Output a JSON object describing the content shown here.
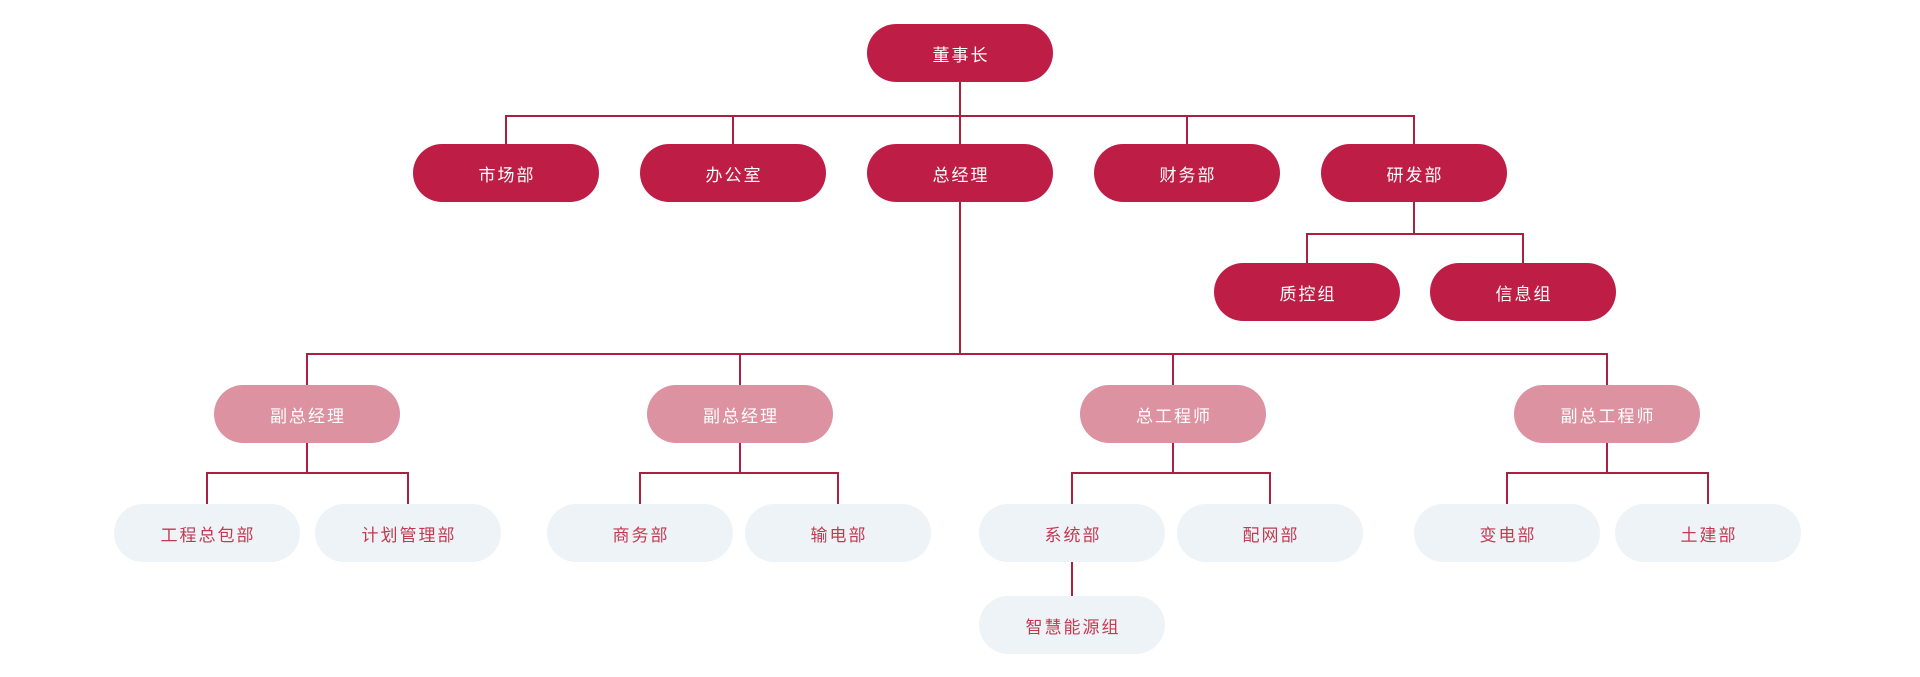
{
  "chart_type": "org-chart",
  "colors": {
    "node_dark": "#BE1E45",
    "node_pink": "#DC92A1",
    "node_light": "#EEF3F7",
    "light_text": "#C23A52",
    "line": "#A92040",
    "white_text": "#FFFFFF"
  },
  "nodes": {
    "chairman": "董事长",
    "marketing": "市场部",
    "office": "办公室",
    "general_manager": "总经理",
    "finance": "财务部",
    "rnd": "研发部",
    "quality_control": "质控组",
    "information": "信息组",
    "deputy_gm_1": "副总经理",
    "deputy_gm_2": "副总经理",
    "chief_engineer": "总工程师",
    "deputy_chief_engineer": "副总工程师",
    "epc": "工程总包部",
    "planning": "计划管理部",
    "commerce": "商务部",
    "transmission": "输电部",
    "system": "系统部",
    "distribution": "配网部",
    "substation": "变电部",
    "civil": "土建部",
    "smart_energy": "智慧能源组"
  },
  "hierarchy": {
    "chairman": [
      "marketing",
      "office",
      "general_manager",
      "finance",
      "rnd"
    ],
    "rnd": [
      "quality_control",
      "information"
    ],
    "general_manager": [
      "deputy_gm_1",
      "deputy_gm_2",
      "chief_engineer",
      "deputy_chief_engineer"
    ],
    "deputy_gm_1": [
      "epc",
      "planning"
    ],
    "deputy_gm_2": [
      "commerce",
      "transmission"
    ],
    "chief_engineer": [
      "system",
      "distribution"
    ],
    "deputy_chief_engineer": [
      "substation",
      "civil"
    ],
    "system": [
      "smart_energy"
    ]
  }
}
